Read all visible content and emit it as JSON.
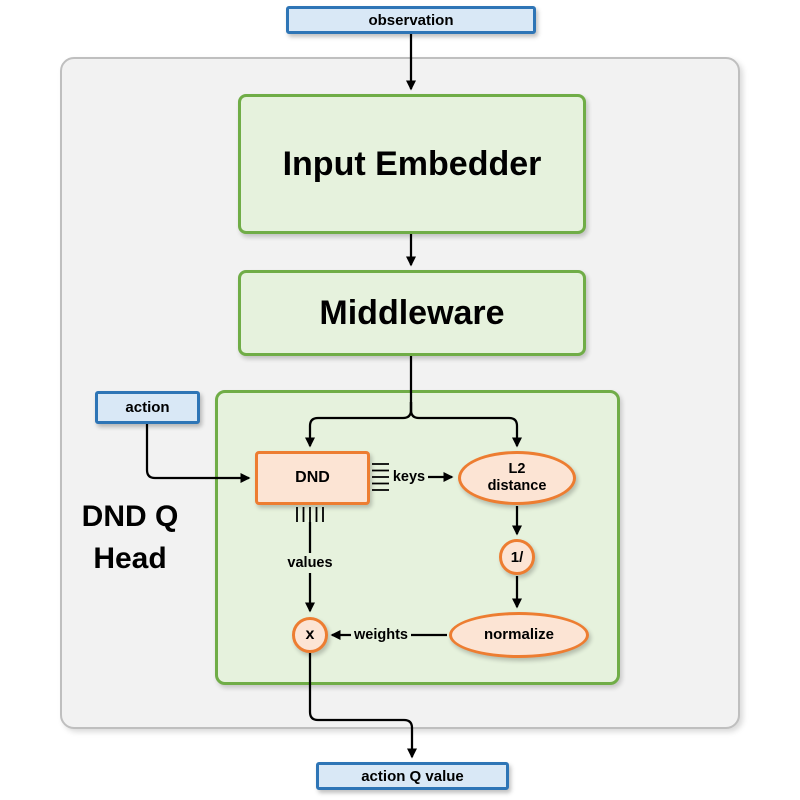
{
  "diagram": {
    "nodes": {
      "observation": {
        "label": "observation"
      },
      "input_embedder": {
        "label": "Input Embedder"
      },
      "middleware": {
        "label": "Middleware"
      },
      "action": {
        "label": "action"
      },
      "dnd": {
        "label": "DND"
      },
      "l2_distance": {
        "line1": "L2",
        "line2": "distance"
      },
      "reciprocal": {
        "label": "1/"
      },
      "normalize": {
        "label": "normalize"
      },
      "multiply": {
        "label": "x"
      },
      "action_q_value": {
        "label": "action Q value"
      }
    },
    "group_label": {
      "line1": "DND Q",
      "line2": "Head"
    },
    "edge_labels": {
      "keys": "keys",
      "values": "values",
      "weights": "weights"
    },
    "colors": {
      "blue_border": "#2e75b6",
      "blue_fill": "#d9e8f6",
      "green_border": "#70ad47",
      "green_fill": "#e6f2dd",
      "orange_border": "#ed7d31",
      "orange_fill": "#fce4d4",
      "container_border": "#bfbfbf",
      "container_fill": "#f2f2f2",
      "connector": "#000000"
    }
  }
}
